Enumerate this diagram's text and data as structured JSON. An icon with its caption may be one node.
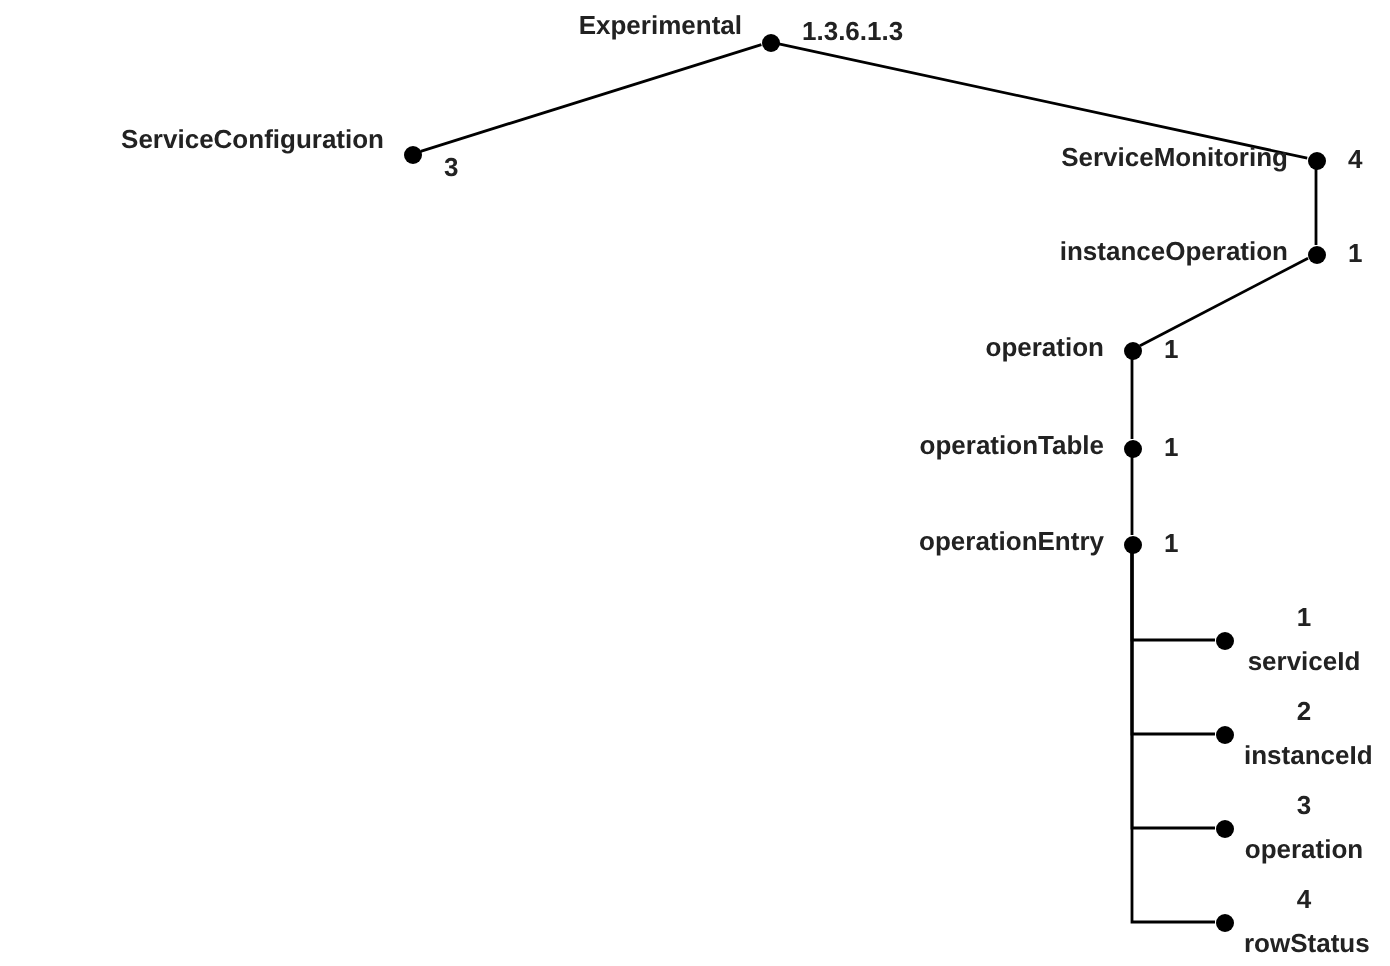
{
  "diagram": {
    "nodes": [
      {
        "text": [
          "Experimental"
        ],
        "beside": [
          "1.3.6.1.3"
        ]
      },
      {
        "text": [
          "ServiceConfiguration"
        ],
        "beside": [
          "3"
        ]
      },
      {
        "text": [
          "ServiceMonitoring"
        ],
        "beside": [
          "4"
        ]
      },
      {
        "text": [
          "instanceOperation"
        ],
        "beside": [
          "1"
        ]
      },
      {
        "text": [
          "operation"
        ],
        "beside": [
          "1"
        ]
      },
      {
        "text": [
          "operationTable"
        ],
        "beside": [
          "1"
        ]
      },
      {
        "text": [
          "operationEntry"
        ],
        "beside": [
          "1"
        ]
      },
      {
        "text": [
          "serviceId"
        ],
        "beside": [
          "1"
        ]
      },
      {
        "text": [
          "instanceId"
        ],
        "beside": [
          "2"
        ]
      },
      {
        "text": [
          "operation"
        ],
        "beside": [
          "3"
        ]
      },
      {
        "text": [
          "rowStatus"
        ],
        "beside": [
          "4"
        ]
      }
    ],
    "edges": [
      {
        "from": 0,
        "to": 1,
        "arrow": "none"
      },
      {
        "from": 0,
        "to": 2,
        "arrow": "none"
      },
      {
        "from": 2,
        "to": 3,
        "arrow": "none"
      },
      {
        "from": 3,
        "to": 4,
        "arrow": "none"
      },
      {
        "from": 4,
        "to": 5,
        "arrow": "none"
      },
      {
        "from": 5,
        "to": 6,
        "arrow": "none"
      },
      {
        "from": 6,
        "to": 7,
        "arrow": "none"
      },
      {
        "from": 6,
        "to": 8,
        "arrow": "none"
      },
      {
        "from": 6,
        "to": 9,
        "arrow": "none"
      },
      {
        "from": 6,
        "to": 10,
        "arrow": "none"
      }
    ]
  }
}
